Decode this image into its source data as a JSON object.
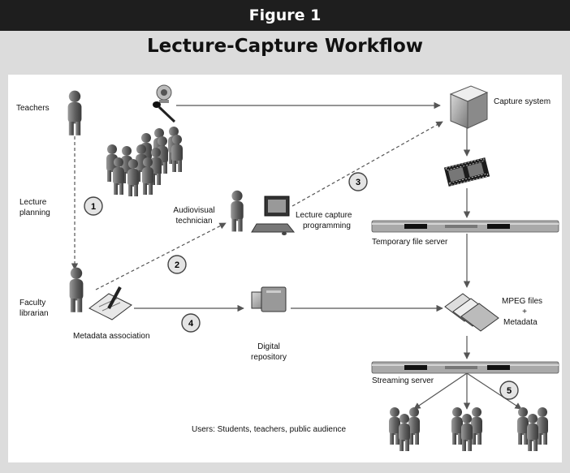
{
  "header": {
    "figure_label": "Figure 1"
  },
  "title": "Lecture-Capture Workflow",
  "labels": {
    "teachers": "Teachers",
    "lecture_planning_1": "Lecture",
    "lecture_planning_2": "planning",
    "faculty_1": "Faculty",
    "faculty_2": "librarian",
    "metadata_association": "Metadata association",
    "av_tech_1": "Audiovisual",
    "av_tech_2": "technician",
    "lcp_1": "Lecture capture",
    "lcp_2": "programming",
    "capture_system": "Capture system",
    "temp_server": "Temporary file server",
    "mpeg_1": "MPEG  files",
    "mpeg_2": "+",
    "mpeg_3": "Metadata",
    "repo_1": "Digital",
    "repo_2": "repository",
    "streaming_server": "Streaming server",
    "users": "Users: Students, teachers, public audience"
  },
  "steps": [
    "1",
    "2",
    "3",
    "4",
    "5"
  ],
  "colors": {
    "header_bg": "#1e1e1e",
    "frame_bg": "#dcdcdc",
    "canvas_bg": "#ffffff",
    "figure_gray": "#6e6e6e",
    "arrow": "#555555"
  },
  "icons": [
    "person-icon",
    "webcam-icon",
    "microphone-icon",
    "audience-icon",
    "computer-icon",
    "capture-server-icon",
    "film-icon",
    "rack-server-icon",
    "document-pen-icon",
    "repository-icon",
    "mpeg-files-icon",
    "user-group-icon"
  ]
}
